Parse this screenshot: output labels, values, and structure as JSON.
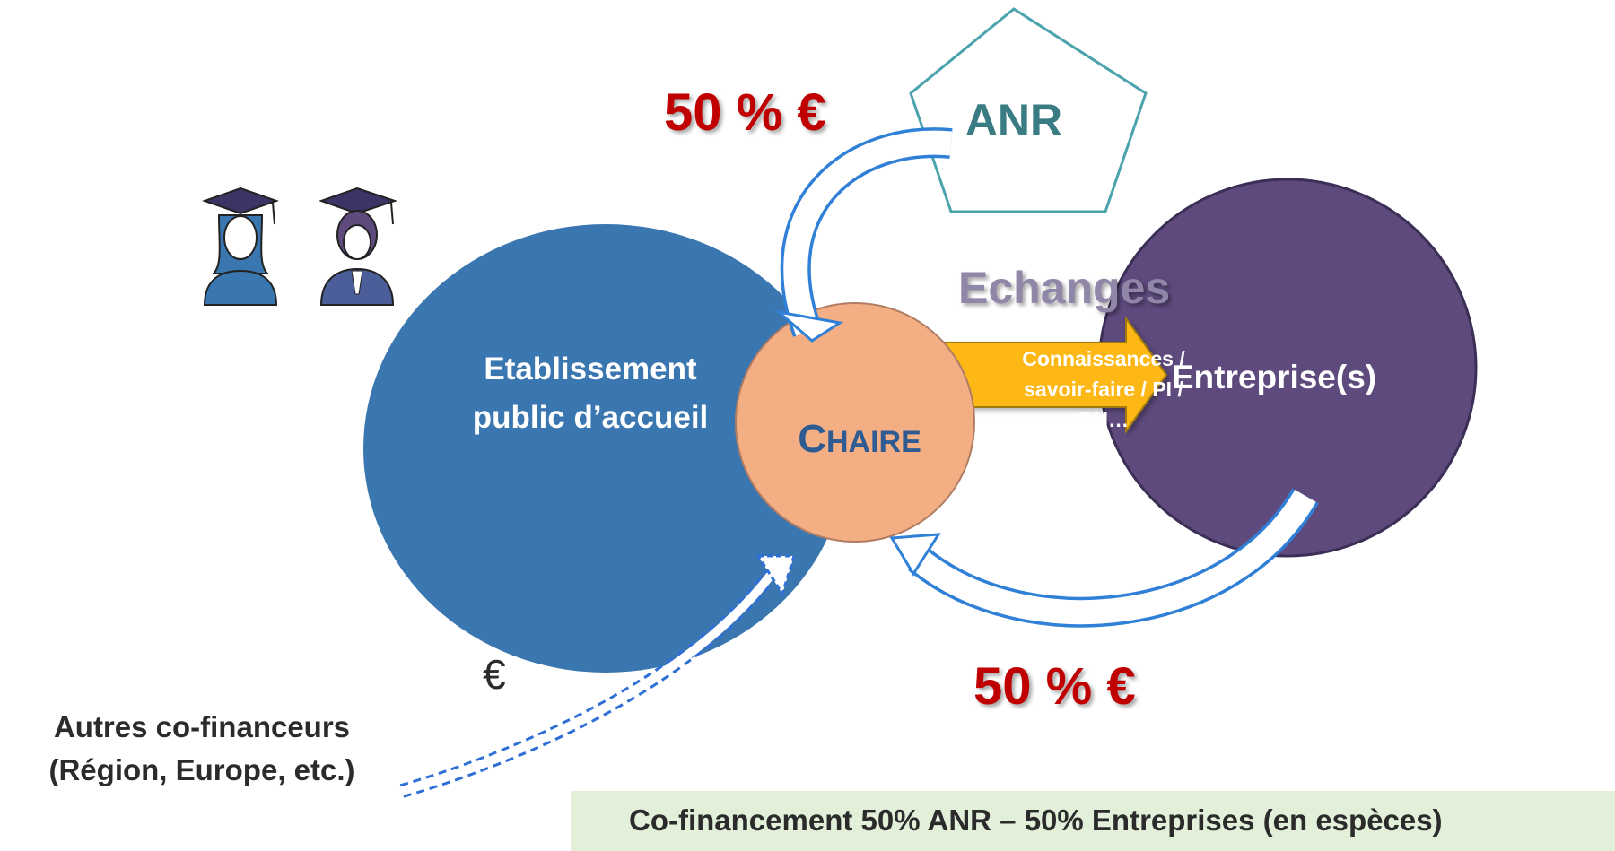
{
  "colors": {
    "establishment": "#3a76b0",
    "chaire": "#f4ae84",
    "entreprise": "#5e4a7d",
    "anr_stroke": "#4aa3ad",
    "anr_text": "#3a7c84",
    "exchange_arrow": "#fdb813",
    "flow_arrow_stroke": "#2f80d6",
    "money_red": "#c00000",
    "echanges_text": "#8f86a8",
    "banner_bg": "#e2f0d9",
    "dark_text": "#2b2b2b"
  },
  "icons": [
    "graduate-woman-icon",
    "graduate-man-icon"
  ],
  "nodes": {
    "establishment": "Etablissement public d’accueil",
    "chaire_prefix": "C",
    "chaire_rest": "HAIRE",
    "anr": "ANR",
    "entreprise": "Entreprise(s)",
    "other_funders_line1": "Autres co-financeurs",
    "other_funders_line2": "(Région, Europe, etc.)"
  },
  "labels": {
    "anr_funding": "50 % €",
    "entreprise_funding": "50 % €",
    "other_funding": "€",
    "echanges": "Echanges",
    "exchange_content_line1": "Connaissances /",
    "exchange_content_line2": "savoir-faire / PI /",
    "exchange_content_line3": "RH…"
  },
  "banner": {
    "text": "Co-financement 50% ANR – 50% Entreprises (en espèces)"
  }
}
